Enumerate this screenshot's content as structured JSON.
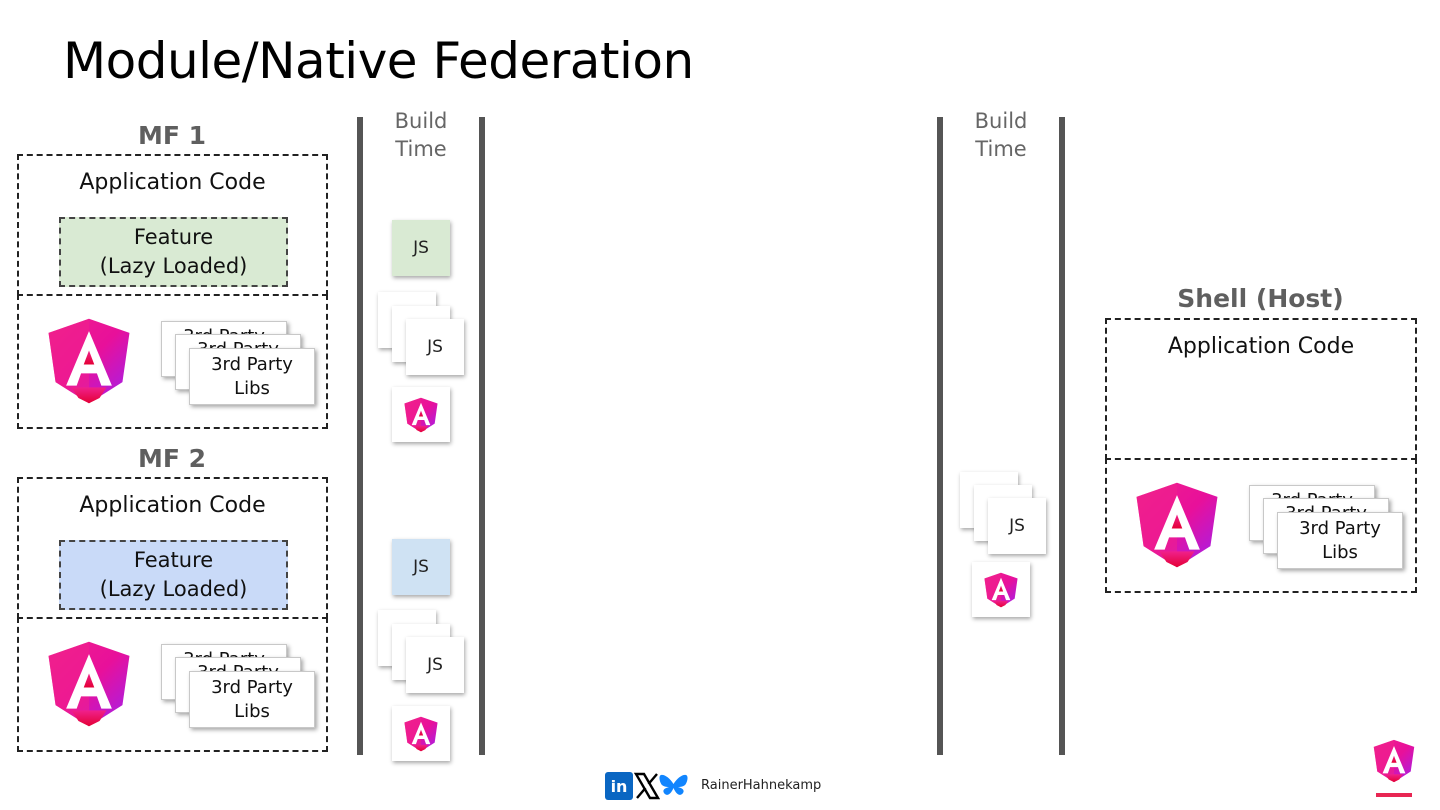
{
  "title": "Module/Native Federation",
  "mf1": {
    "label": "MF 1",
    "app_code": "Application Code",
    "feature_line1": "Feature",
    "feature_line2": "(Lazy Loaded)",
    "libs_back1": "3rd Party",
    "libs_back2": "3rd Party",
    "libs_line1": "3rd Party",
    "libs_line2": "Libs",
    "feature_color": "#d9ead3"
  },
  "mf2": {
    "label": "MF 2",
    "app_code": "Application Code",
    "feature_line1": "Feature",
    "feature_line2": "(Lazy Loaded)",
    "libs_back1": "3rd Party",
    "libs_back2": "3rd Party",
    "libs_line1": "3rd Party",
    "libs_line2": "Libs",
    "feature_color": "#c9daf8"
  },
  "shell": {
    "label": "Shell (Host)",
    "app_code": "Application Code",
    "libs_back1": "3rd Party",
    "libs_back2": "3rd Party",
    "libs_line1": "3rd Party",
    "libs_line2": "Libs"
  },
  "build_time_left": {
    "line1": "Build",
    "line2": "Time"
  },
  "build_time_right": {
    "line1": "Build",
    "line2": "Time"
  },
  "tiles": {
    "js_label": "JS"
  },
  "footer": {
    "linkedin_icon": "linkedin-icon",
    "x_icon": "x-icon",
    "bluesky_icon": "bluesky-icon",
    "author": "RainerHahnekamp"
  },
  "colors": {
    "angular_pink": "#e40035",
    "angular_magenta": "#f0208c",
    "angular_purple": "#a020f0",
    "bar": "#555555"
  }
}
